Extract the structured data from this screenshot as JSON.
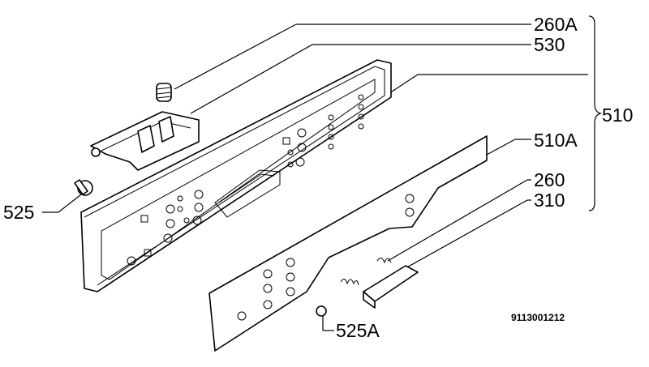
{
  "labels": {
    "p260A": "260A",
    "p530": "530",
    "p510": "510",
    "p510A": "510A",
    "p260": "260",
    "p310": "310",
    "p525": "525",
    "p525A": "525A"
  },
  "drawing_code": "9113001212"
}
